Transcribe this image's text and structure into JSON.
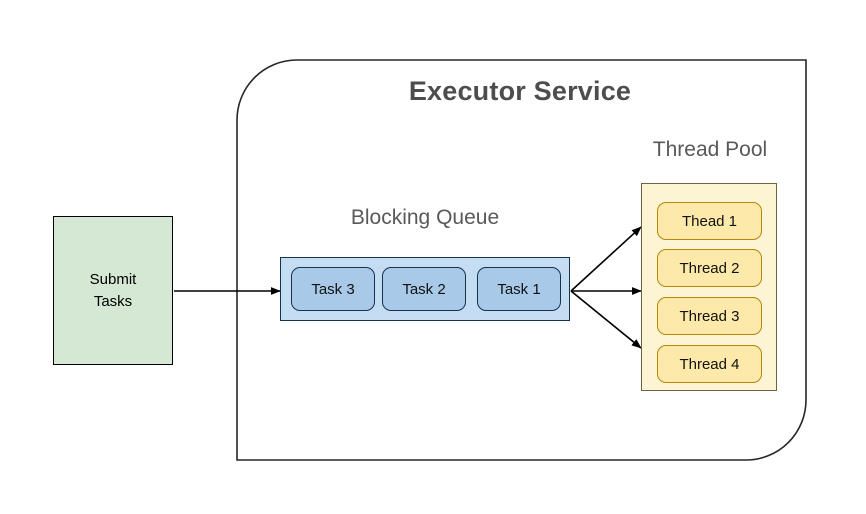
{
  "diagram": {
    "title": "Executor Service",
    "background_color": "#ffffff"
  },
  "submit": {
    "label": "Submit\nTasks",
    "label_line1": "Submit",
    "label_line2": "Tasks",
    "fill_color": "#d5e8d4",
    "border_color": "#000000"
  },
  "queue": {
    "title": "Blocking Queue",
    "fill_color": "#c5ddf2",
    "border_color": "#16324f",
    "task_fill_color": "#a8c9e8",
    "tasks": [
      {
        "label": "Task 3"
      },
      {
        "label": "Task 2"
      },
      {
        "label": "Task 1"
      }
    ]
  },
  "thread_pool": {
    "title": "Thread Pool",
    "fill_color": "#fdf4d3",
    "border_color": "#6f6240",
    "thread_fill_color": "#fde9a9",
    "thread_border_color": "#b8860b",
    "threads": [
      {
        "label": "Thead 1"
      },
      {
        "label": "Thread 2"
      },
      {
        "label": "Thread 3"
      },
      {
        "label": "Thread 4"
      }
    ]
  },
  "connectors": [
    {
      "name": "submit-to-queue",
      "from": "Submit Tasks",
      "to": "Blocking Queue"
    },
    {
      "name": "queue-to-thread-1",
      "from": "Blocking Queue",
      "to": "Thead 1"
    },
    {
      "name": "queue-to-thread-2",
      "from": "Blocking Queue",
      "to": "Thread 3"
    },
    {
      "name": "queue-to-thread-3",
      "from": "Blocking Queue",
      "to": "Thread 4"
    }
  ]
}
